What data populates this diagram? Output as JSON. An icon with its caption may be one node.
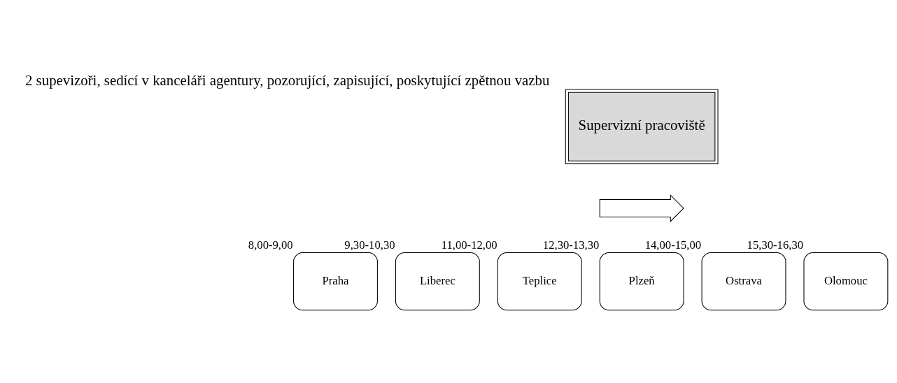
{
  "diagram": {
    "nodes": [
      {
        "text": [
          "Supervizní pracoviště"
        ],
        "beside": [
          "2 supevizoři, sedící v kanceláři agentury, pozorující, zapisující, poskytující zpětnou vazbu"
        ]
      },
      {
        "text": [],
        "shape": "arrow"
      },
      {
        "text": [
          "Praha"
        ],
        "beside": [
          "8,00-9,00"
        ]
      },
      {
        "text": [
          "Liberec"
        ],
        "beside": [
          "9,30-10,30"
        ]
      },
      {
        "text": [
          "Teplice"
        ],
        "beside": [
          "11,00-12,00"
        ]
      },
      {
        "text": [
          "Plzeň"
        ],
        "beside": [
          "12,30-13,30"
        ]
      },
      {
        "text": [
          "Ostrava"
        ],
        "beside": [
          "14,00-15,00"
        ]
      },
      {
        "text": [
          "Olomouc"
        ],
        "beside": [
          "15,30-16,30"
        ]
      }
    ],
    "edges": []
  }
}
